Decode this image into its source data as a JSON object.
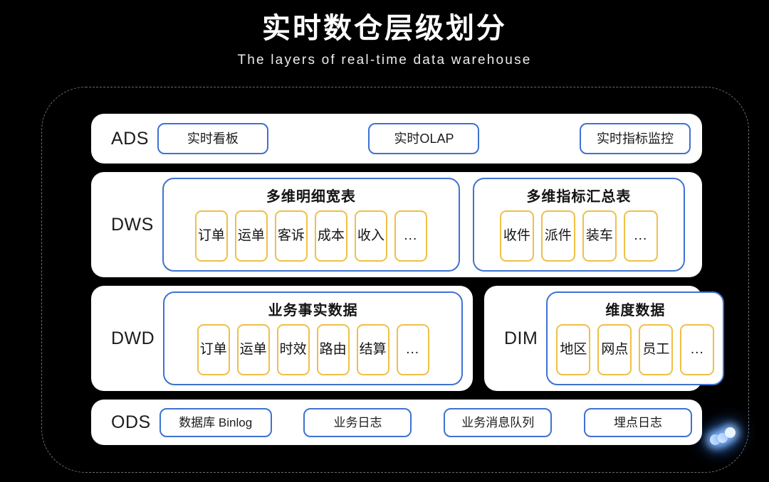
{
  "header": {
    "title": "实时数仓层级划分",
    "subtitle": "The layers of real-time data warehouse"
  },
  "colors": {
    "background": "#000000",
    "card": "#ffffff",
    "blue_border": "#3f72d0",
    "yellow_border": "#f0bf46",
    "dashed_frame": "#6d6d6d",
    "text": "#141414",
    "glow": "#eaf4ff"
  },
  "layers": {
    "ads": {
      "label": "ADS",
      "pills": [
        "实时看板",
        "实时OLAP",
        "实时指标监控"
      ]
    },
    "dws": {
      "label": "DWS",
      "groups": [
        {
          "title": "多维明细宽表",
          "chips": [
            "订单",
            "运单",
            "客诉",
            "成本",
            "收入",
            "..."
          ]
        },
        {
          "title": "多维指标汇总表",
          "chips": [
            "收件",
            "派件",
            "装车",
            "..."
          ]
        }
      ]
    },
    "dwd": {
      "label": "DWD",
      "groups": [
        {
          "title": "业务事实数据",
          "chips": [
            "订单",
            "运单",
            "时效",
            "路由",
            "结算",
            "..."
          ]
        }
      ]
    },
    "dim": {
      "label": "DIM",
      "groups": [
        {
          "title": "维度数据",
          "chips": [
            "地区",
            "网点",
            "员工",
            "..."
          ]
        }
      ]
    },
    "ods": {
      "label": "ODS",
      "pills": [
        "数据库 Binlog",
        "业务日志",
        "业务消息队列",
        "埋点日志"
      ]
    }
  }
}
